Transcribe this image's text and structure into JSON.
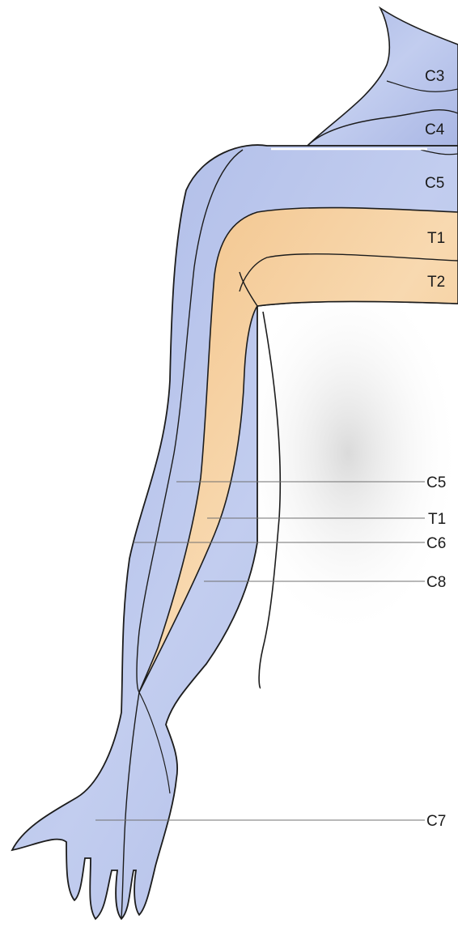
{
  "colors": {
    "skin_blue": "#b8c4ea",
    "skin_blue_dark": "#98a8dc",
    "band_orange": "#f7d3a4",
    "band_orange_dark": "#f0bd7c",
    "outline": "#1c1c1c",
    "leader_line": "#707070",
    "shadow": "#dcdcdc"
  },
  "region_labels": {
    "c3": "C3",
    "c4": "C4",
    "c5": "C5",
    "t1": "T1",
    "t2": "T2"
  },
  "callout_labels": {
    "c5": "C5",
    "t1": "T1",
    "c6": "C6",
    "c8": "C8",
    "c7": "C7"
  }
}
